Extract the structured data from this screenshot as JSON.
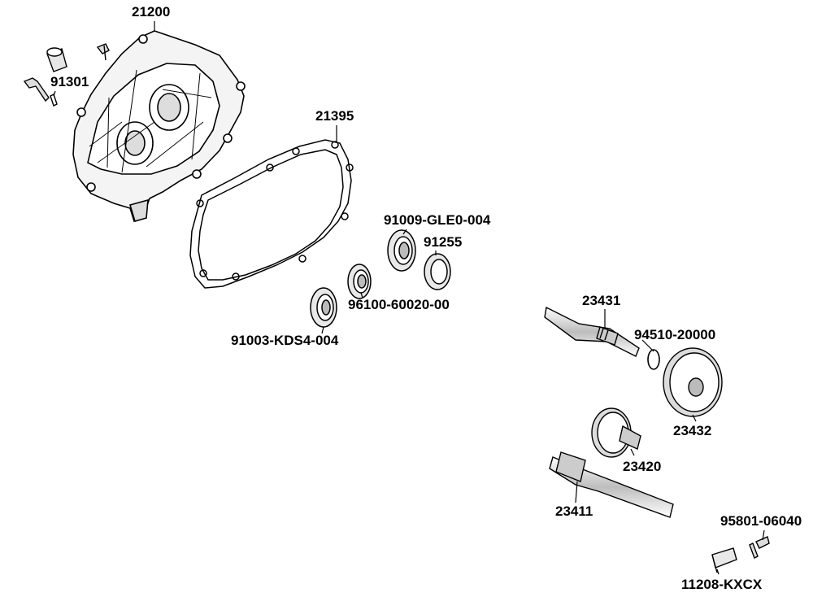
{
  "diagram": {
    "labels": {
      "case": "21200",
      "case_bolt": "91301",
      "gasket": "21395",
      "bearing_top": "91009-GLE0-004",
      "oil_seal": "91255",
      "bearing_mid": "96100-60020-00",
      "bearing_bottom": "91003-KDS4-004",
      "counter_shaft": "23431",
      "circlip": "94510-20000",
      "counter_gear": "23432",
      "final_gear": "23420",
      "drive_shaft": "23411",
      "bolt_small": "95801-06040",
      "clip_plate": "11208-KXCX"
    },
    "colors": {
      "line": "#000000",
      "part_fill": "#ffffff",
      "shade": "#cfcfcf",
      "shade_dark": "#8c8c8c"
    }
  }
}
